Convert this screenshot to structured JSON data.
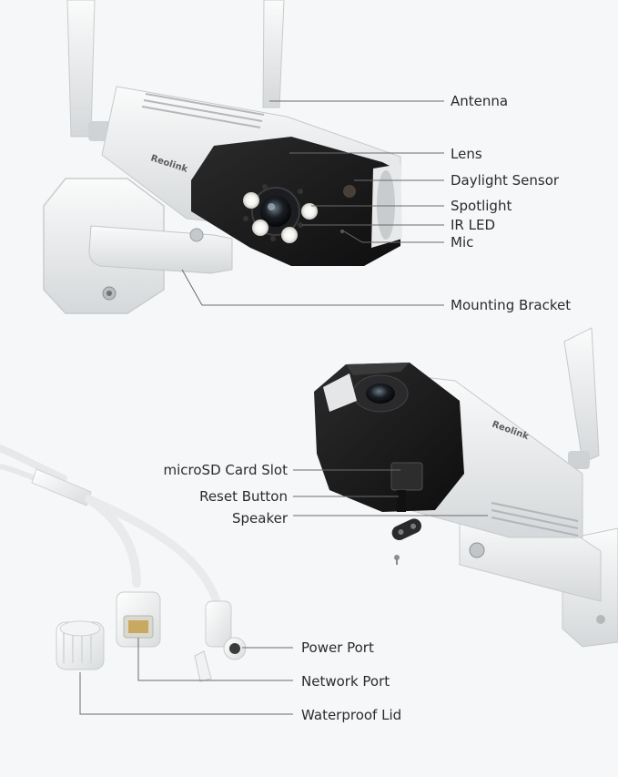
{
  "brand": {
    "logo_text": "Reolink"
  },
  "callouts": {
    "antenna": "Antenna",
    "lens": "Lens",
    "daylight_sensor": "Daylight Sensor",
    "spotlight": "Spotlight",
    "ir_led": "IR LED",
    "mic": "Mic",
    "mounting_bracket": "Mounting Bracket",
    "microsd_card_slot": "microSD Card Slot",
    "reset_button": "Reset Button",
    "speaker": "Speaker",
    "power_port": "Power Port",
    "network_port": "Network Port",
    "waterproof_lid": "Waterproof Lid"
  },
  "colors": {
    "background": "#f6f7f8",
    "camera_body": "#eceeef",
    "camera_face": "#1c1c1d",
    "leader_line": "#6b6b6b",
    "label_text": "#2b2b2b"
  }
}
